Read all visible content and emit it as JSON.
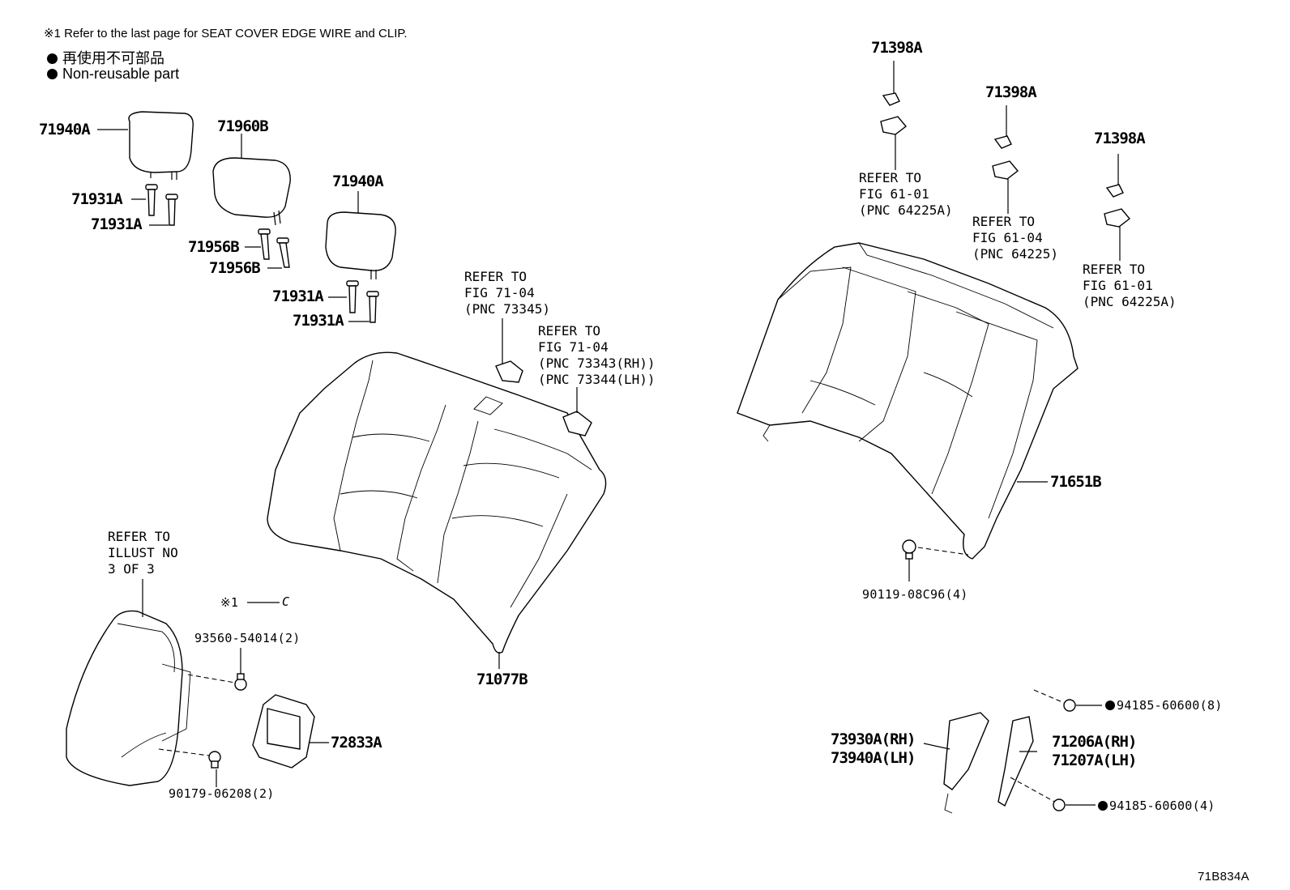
{
  "notes": {
    "line1": "※1  Refer to the last page for SEAT COVER EDGE WIRE and CLIP.",
    "line2": "再使用不可部品",
    "line3": "Non-reusable part"
  },
  "parts": {
    "p71940A_1": "71940A",
    "p71960B": "71960B",
    "p71931A_1": "71931A",
    "p71931A_2": "71931A",
    "p71940A_2": "71940A",
    "p71956B_1": "71956B",
    "p71956B_2": "71956B",
    "p71931A_3": "71931A",
    "p71931A_4": "71931A",
    "p71077B": "71077B",
    "p72833A": "72833A",
    "p93560": "93560-54014(2)",
    "p90179": "90179-06208(2)",
    "p71398A_1": "71398A",
    "p71398A_2": "71398A",
    "p71398A_3": "71398A",
    "p71651B": "71651B",
    "p90119": "90119-08C96(4)",
    "p73930A": "73930A(RH)",
    "p73940A": "73940A(LH)",
    "p71206A": "71206A(RH)",
    "p71207A": "71207A(LH)",
    "p94185_8": "94185-60600(8)",
    "p94185_4": "94185-60600(4)"
  },
  "refs": {
    "r_fig7104_a": "REFER TO\nFIG 71-04\n(PNC 73345)",
    "r_fig7104_b": "REFER TO\nFIG 71-04\n(PNC 73343(RH))\n(PNC 73344(LH))",
    "r_illust": "REFER TO\nILLUST NO\n3 OF 3",
    "r_fig6101_a": "REFER TO\nFIG 61-01\n(PNC 64225A)",
    "r_fig6104": "REFER TO\nFIG 61-04\n(PNC 64225)",
    "r_fig6101_b": "REFER TO\nFIG 61-01\n(PNC 64225A)"
  },
  "callout_note": "※1",
  "clip_glyph": "C",
  "figure_id": "71B834A"
}
